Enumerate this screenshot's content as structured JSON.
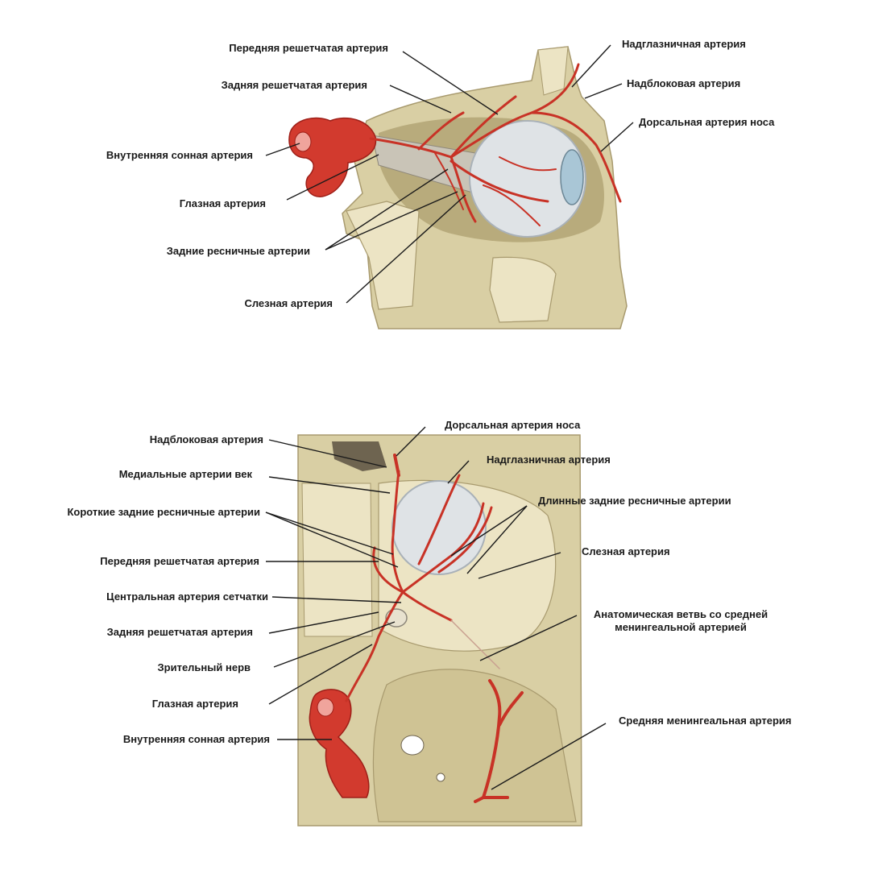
{
  "colors": {
    "bone": "#d9cfa4",
    "bone_dark": "#a89a6e",
    "bone_light": "#ece4c4",
    "artery": "#d23a2e",
    "artery_dark": "#9e1f18",
    "eyeball": "#dfe3e6",
    "eyeball_shadow": "#a9b1b8",
    "leader": "#1a1a1a"
  },
  "top_figure": {
    "labels": {
      "anterior_ethmoidal": "Передняя решетчатая артерия",
      "posterior_ethmoidal": "Задняя решетчатая артерия",
      "internal_carotid": "Внутренняя сонная артерия",
      "ophthalmic": "Глазная артерия",
      "posterior_ciliary": "Задние ресничные артерии",
      "lacrimal": "Слезная артерия",
      "supraorbital": "Надглазничная артерия",
      "supratrochlear": "Надблоковая артерия",
      "dorsal_nasal": "Дорсальная артерия носа"
    }
  },
  "bottom_figure": {
    "labels": {
      "supratrochlear": "Надблоковая артерия",
      "medial_palpebral": "Медиальные артерии век",
      "short_posterior_ciliary": "Короткие задние ресничные артерии",
      "anterior_ethmoidal": "Передняя решетчатая артерия",
      "central_retinal": "Центральная артерия сетчатки",
      "posterior_ethmoidal": "Задняя решетчатая артерия",
      "optic_nerve": "Зрительный нерв",
      "ophthalmic": "Глазная артерия",
      "internal_carotid": "Внутренняя сонная артерия",
      "dorsal_nasal": "Дорсальная артерия носа",
      "supraorbital": "Надглазничная артерия",
      "long_posterior_ciliary": "Длинные задние ресничные артерии",
      "lacrimal": "Слезная артерия",
      "anastomotic_line1": "Анатомическая ветвь со средней",
      "anastomotic_line2": "менингеальной артерией",
      "middle_meningeal": "Средняя менингеальная артерия"
    }
  }
}
